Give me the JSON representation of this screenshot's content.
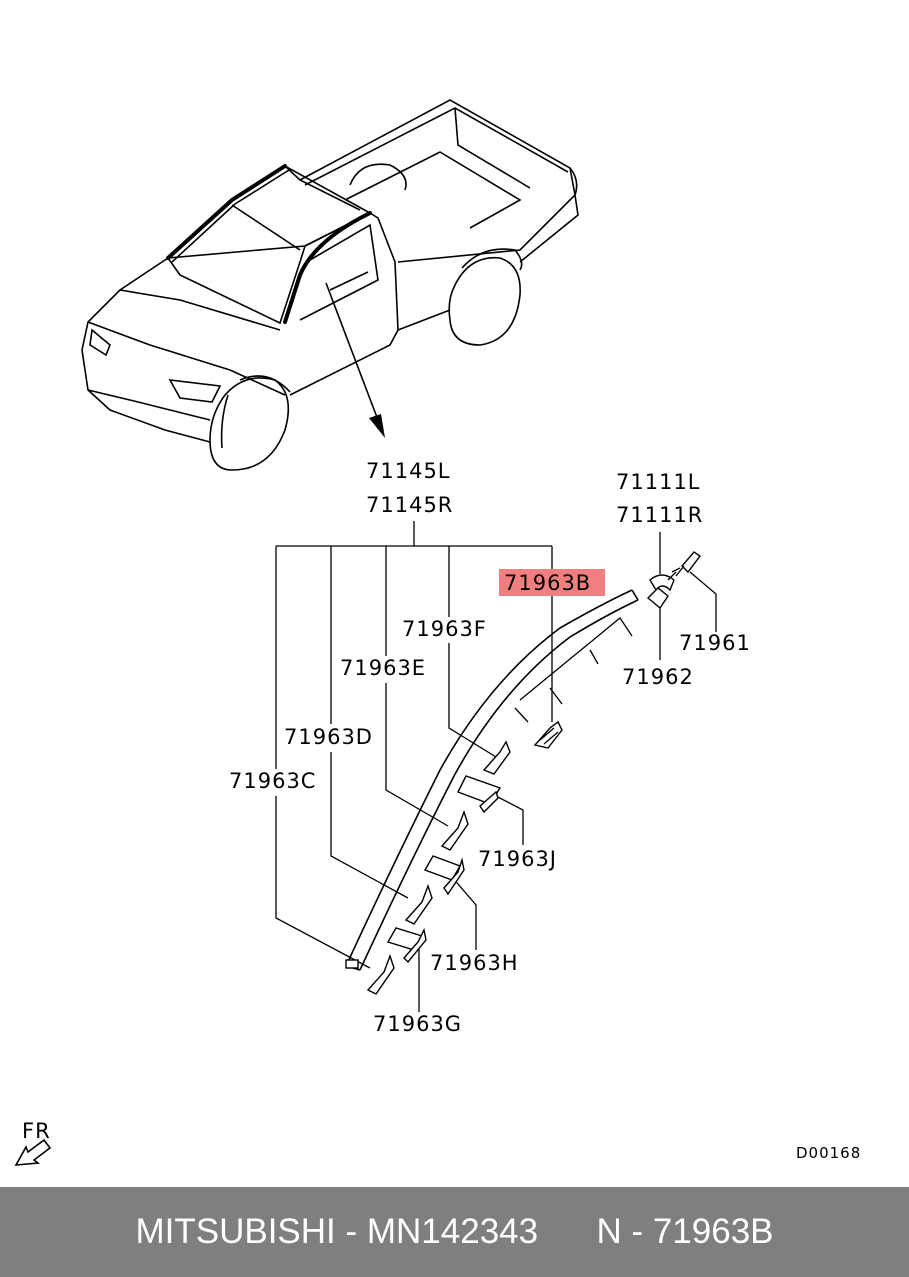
{
  "labels": {
    "p71145L": "71145L",
    "p71145R": "71145R",
    "p71111L": "71111L",
    "p71111R": "71111R",
    "p71963B": "71963B",
    "p71963F": "71963F",
    "p71963E": "71963E",
    "p71963D": "71963D",
    "p71963C": "71963C",
    "p71961": "71961",
    "p71962": "71962",
    "p71963J": "71963J",
    "p71963H": "71963H",
    "p71963G": "71963G",
    "front_marker": "FR",
    "diagram_code": "D00168"
  },
  "highlight": {
    "part": "71963B",
    "color": "#f08080"
  },
  "footer": {
    "text": "MITSUBISHI - MN142343      N - 71963B",
    "background": "#7f7f7f",
    "color": "#ffffff"
  }
}
